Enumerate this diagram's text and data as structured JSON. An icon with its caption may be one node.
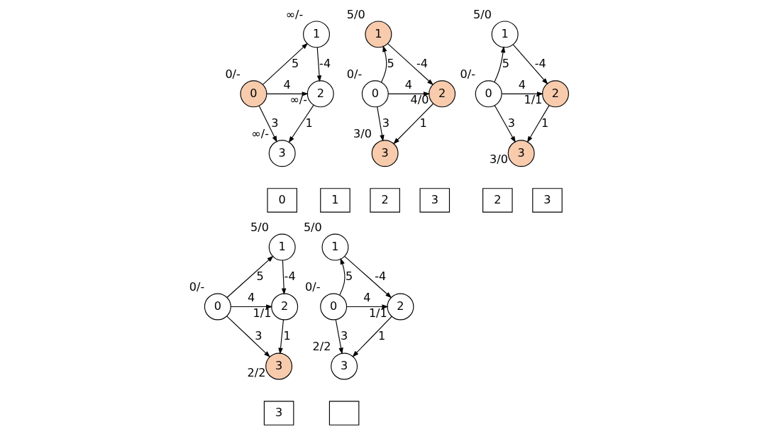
{
  "diagram": {
    "nodes": [
      {
        "text": [
          "0"
        ],
        "beside": [
          "0/-"
        ]
      },
      {
        "text": [
          "1"
        ],
        "beside": [
          "∞/-"
        ]
      },
      {
        "text": [
          "2"
        ],
        "beside": [
          "∞/-"
        ]
      },
      {
        "text": [
          "3"
        ],
        "beside": [
          "∞/-"
        ]
      },
      {
        "text": [
          "0"
        ]
      },
      {
        "text": [
          "0"
        ],
        "beside": [
          "0/-"
        ]
      },
      {
        "text": [
          "1"
        ],
        "beside": [
          "5/0"
        ]
      },
      {
        "text": [
          "2"
        ],
        "beside": [
          "4/0"
        ]
      },
      {
        "text": [
          "3"
        ],
        "beside": [
          "3/0"
        ]
      },
      {
        "text": [
          "1"
        ]
      },
      {
        "text": [
          "2"
        ]
      },
      {
        "text": [
          "3"
        ]
      },
      {
        "text": [
          "0"
        ],
        "beside": [
          "0/-"
        ]
      },
      {
        "text": [
          "1"
        ],
        "beside": [
          "5/0"
        ]
      },
      {
        "text": [
          "2"
        ],
        "beside": [
          "1/1"
        ]
      },
      {
        "text": [
          "3"
        ],
        "beside": [
          "3/0"
        ]
      },
      {
        "text": [
          "2"
        ]
      },
      {
        "text": [
          "3"
        ]
      },
      {
        "text": [
          "0"
        ],
        "beside": [
          "0/-"
        ]
      },
      {
        "text": [
          "1"
        ],
        "beside": [
          "5/0"
        ]
      },
      {
        "text": [
          "2"
        ],
        "beside": [
          "1/1"
        ]
      },
      {
        "text": [
          "3"
        ],
        "beside": [
          "2/2"
        ]
      },
      {
        "text": [
          "3"
        ]
      },
      {
        "text": [
          "0"
        ],
        "beside": [
          "0/-"
        ]
      },
      {
        "text": [
          "1"
        ],
        "beside": [
          "5/0"
        ]
      },
      {
        "text": [
          "2"
        ],
        "beside": [
          "1/1"
        ]
      },
      {
        "text": [
          "3"
        ],
        "beside": [
          "2/2"
        ]
      },
      {
        "text": [],
        "shape": "box"
      }
    ],
    "edges": [
      {
        "from": 0,
        "to": 1,
        "arrow": "to",
        "label": "5"
      },
      {
        "from": 1,
        "to": 2,
        "arrow": "to",
        "label": "-4"
      },
      {
        "from": 0,
        "to": 2,
        "arrow": "to",
        "label": "4"
      },
      {
        "from": 2,
        "to": 3,
        "arrow": "to",
        "label": "1"
      },
      {
        "from": 0,
        "to": 3,
        "arrow": "to",
        "label": "3"
      },
      {
        "from": 5,
        "to": 6,
        "arrow": "to",
        "label": "5"
      },
      {
        "from": 6,
        "to": 7,
        "arrow": "to",
        "label": "-4"
      },
      {
        "from": 5,
        "to": 7,
        "arrow": "to",
        "label": "4"
      },
      {
        "from": 7,
        "to": 8,
        "arrow": "to",
        "label": "1"
      },
      {
        "from": 5,
        "to": 8,
        "arrow": "to",
        "label": "3"
      },
      {
        "from": 12,
        "to": 13,
        "arrow": "to",
        "label": "5"
      },
      {
        "from": 13,
        "to": 14,
        "arrow": "to",
        "label": "-4"
      },
      {
        "from": 12,
        "to": 14,
        "arrow": "to",
        "label": "4"
      },
      {
        "from": 14,
        "to": 15,
        "arrow": "to",
        "label": "1"
      },
      {
        "from": 12,
        "to": 15,
        "arrow": "to",
        "label": "3"
      },
      {
        "from": 18,
        "to": 19,
        "arrow": "to",
        "label": "5"
      },
      {
        "from": 19,
        "to": 20,
        "arrow": "to",
        "label": "-4"
      },
      {
        "from": 18,
        "to": 20,
        "arrow": "to",
        "label": "4"
      },
      {
        "from": 20,
        "to": 21,
        "arrow": "to",
        "label": "1"
      },
      {
        "from": 18,
        "to": 21,
        "arrow": "to",
        "label": "3"
      },
      {
        "from": 23,
        "to": 24,
        "arrow": "to",
        "label": "5"
      },
      {
        "from": 24,
        "to": 25,
        "arrow": "to",
        "label": "-4"
      },
      {
        "from": 23,
        "to": 25,
        "arrow": "to",
        "label": "4"
      },
      {
        "from": 25,
        "to": 26,
        "arrow": "to",
        "label": "1"
      },
      {
        "from": 23,
        "to": 26,
        "arrow": "to",
        "label": "3"
      }
    ]
  }
}
